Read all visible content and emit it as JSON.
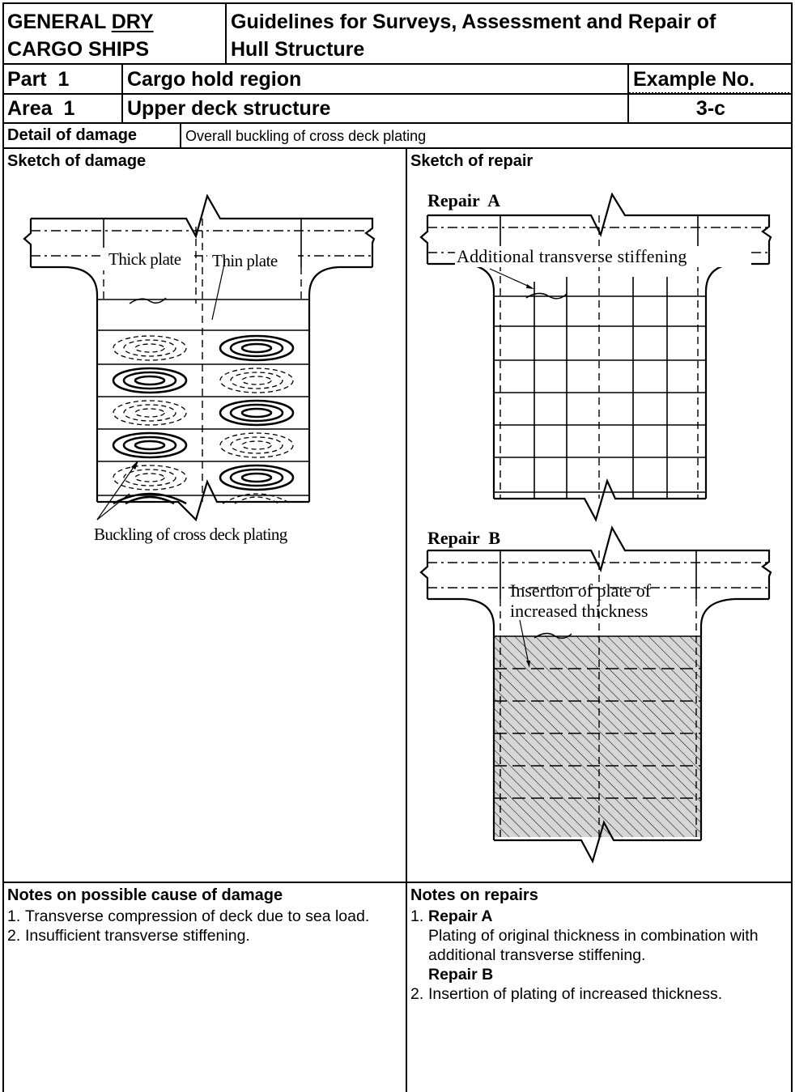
{
  "header": {
    "category_line1_a": "GENERAL ",
    "category_line1_b": "DRY",
    "category_line2": "CARGO SHIPS",
    "title_line1": "Guidelines for Surveys, Assessment and Repair of",
    "title_line2": "Hull Structure",
    "part_label": "Part  1",
    "part_value": "Cargo hold region",
    "area_label": "Area  1",
    "area_value": "Upper deck structure",
    "example_label": "Example No.",
    "example_value": "3-c",
    "detail_label": "Detail of damage",
    "detail_value": "Overall buckling of cross deck plating"
  },
  "damage_sketch": {
    "heading": "Sketch of damage",
    "label_thick": "Thick plate",
    "label_thin": "Thin plate",
    "caption": "Buckling of cross deck plating"
  },
  "repair_sketch": {
    "heading": "Sketch of repair",
    "repair_a_title": "Repair  A",
    "repair_a_label": "Additional transverse stiffening",
    "repair_b_title": "Repair  B",
    "repair_b_label_1": "Insertion of plate of",
    "repair_b_label_2": "increased thickness"
  },
  "notes_cause": {
    "heading": "Notes on possible cause of damage",
    "items": [
      {
        "num": "1.",
        "text": "Transverse compression of deck due to sea load."
      },
      {
        "num": "2.",
        "text": "Insufficient transverse stiffening."
      }
    ]
  },
  "notes_repair": {
    "heading": "Notes on repairs",
    "item1_num": "1.",
    "item1_title": "Repair A",
    "item1_text": "Plating of original thickness in combination with additional transverse stiffening.",
    "item1b_title": "Repair B",
    "item2_num": "2.",
    "item2_text": "Insertion of plating of increased thickness."
  }
}
